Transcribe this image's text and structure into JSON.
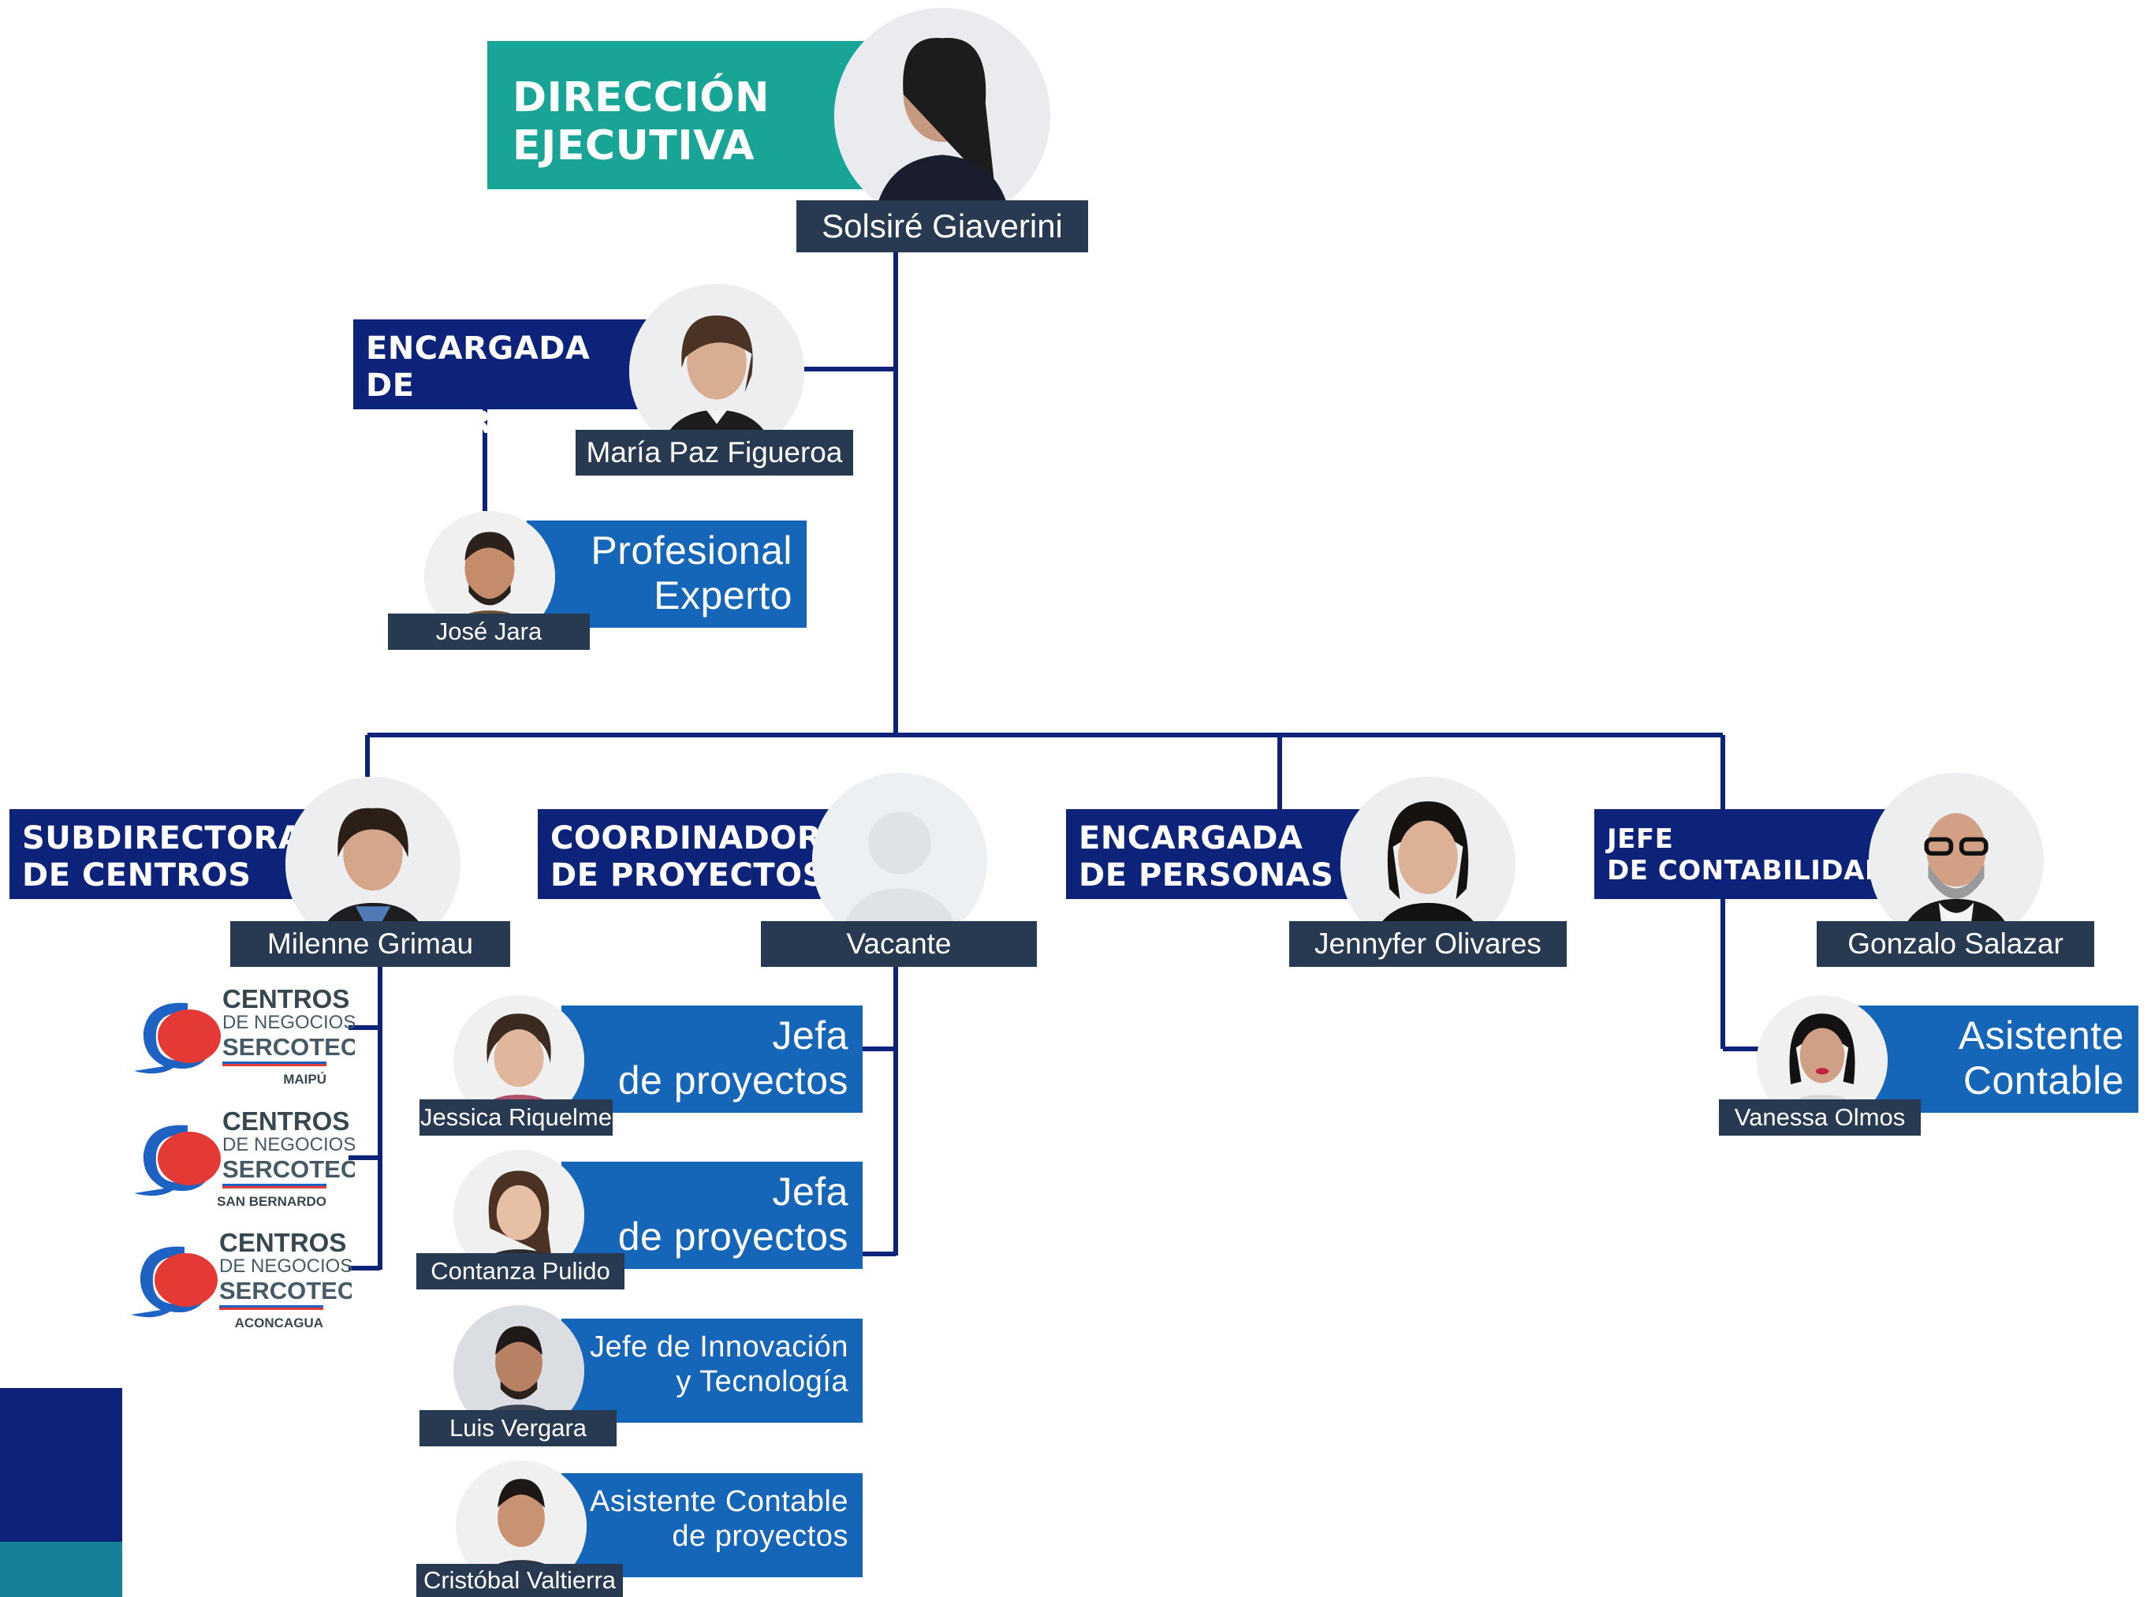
{
  "colors": {
    "teal": "#19a595",
    "navy": "#0d237a",
    "blue": "#1565b8",
    "namebar": "#283a52",
    "line": "#0d237a",
    "logo_red": "#e53935",
    "logo_blue": "#1e63c4"
  },
  "direccion": {
    "title_1": "DIRECCIÓN",
    "title_2": "EJECUTIVA",
    "name": "Solsiré Giaverini"
  },
  "fundraising": {
    "title_1": "ENCARGADA",
    "title_2": "DE FUNDRAISING",
    "name": "María Paz Figueroa",
    "report": {
      "role_1": "Profesional",
      "role_2": "Experto",
      "name": "José Jara"
    }
  },
  "subdirectora": {
    "title_1": "SUBDIRECTORA",
    "title_2": "DE CENTROS",
    "name": "Milenne Grimau",
    "centers": [
      {
        "line1": "CENTROS",
        "line2": "DE NEGOCIOS",
        "line3": "SERCOTEC",
        "location": "MAIPÚ",
        "icon": "sercotec-logo-icon"
      },
      {
        "line1": "CENTROS",
        "line2": "DE NEGOCIOS",
        "line3": "SERCOTEC",
        "location": "SAN BERNARDO",
        "icon": "sercotec-logo-icon"
      },
      {
        "line1": "CENTROS",
        "line2": "DE NEGOCIOS",
        "line3": "SERCOTEC",
        "location": "ACONCAGUA",
        "icon": "sercotec-logo-icon"
      }
    ]
  },
  "coordinador": {
    "title_1": "COORDINADOR",
    "title_2": "DE PROYECTOS",
    "name": "Vacante",
    "reports": [
      {
        "role_1": "Jefa",
        "role_2": "de proyectos",
        "name": "Jessica Riquelme"
      },
      {
        "role_1": "Jefa",
        "role_2": "de proyectos",
        "name": "Contanza Pulido"
      },
      {
        "role_1": "Jefe de Innovación",
        "role_2": "y Tecnología",
        "name": "Luis Vergara"
      },
      {
        "role_1": "Asistente Contable",
        "role_2": "de proyectos",
        "name": "Cristóbal Valtierra"
      }
    ]
  },
  "personas": {
    "title_1": "ENCARGADA",
    "title_2": "DE PERSONAS",
    "name": "Jennyfer Olivares"
  },
  "contabilidad": {
    "title_1": "JEFE",
    "title_2": "DE CONTABILIDAD",
    "name": "Gonzalo Salazar",
    "report": {
      "role_1": "Asistente",
      "role_2": "Contable",
      "name": "Vanessa Olmos"
    }
  }
}
